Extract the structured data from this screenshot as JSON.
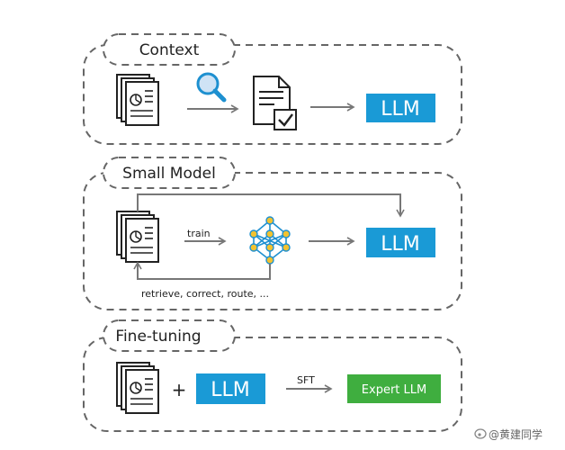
{
  "sections": [
    {
      "title": "Context"
    },
    {
      "title": "Small Model"
    },
    {
      "title": "Fine-tuning"
    }
  ],
  "llm_label": "LLM",
  "expert_llm_label": "Expert LLM",
  "edge_labels": {
    "train": "train",
    "feedback": "retrieve, correct, route, ...",
    "sft": "SFT"
  },
  "plus_sign": "+",
  "watermark": "@黄建同学",
  "colors": {
    "llm_blue": "#1a9ad6",
    "expert_green": "#3fae3f",
    "icon_blue": "#1e90d0",
    "network_yellow": "#f2c230",
    "dash_gray": "#666666"
  }
}
